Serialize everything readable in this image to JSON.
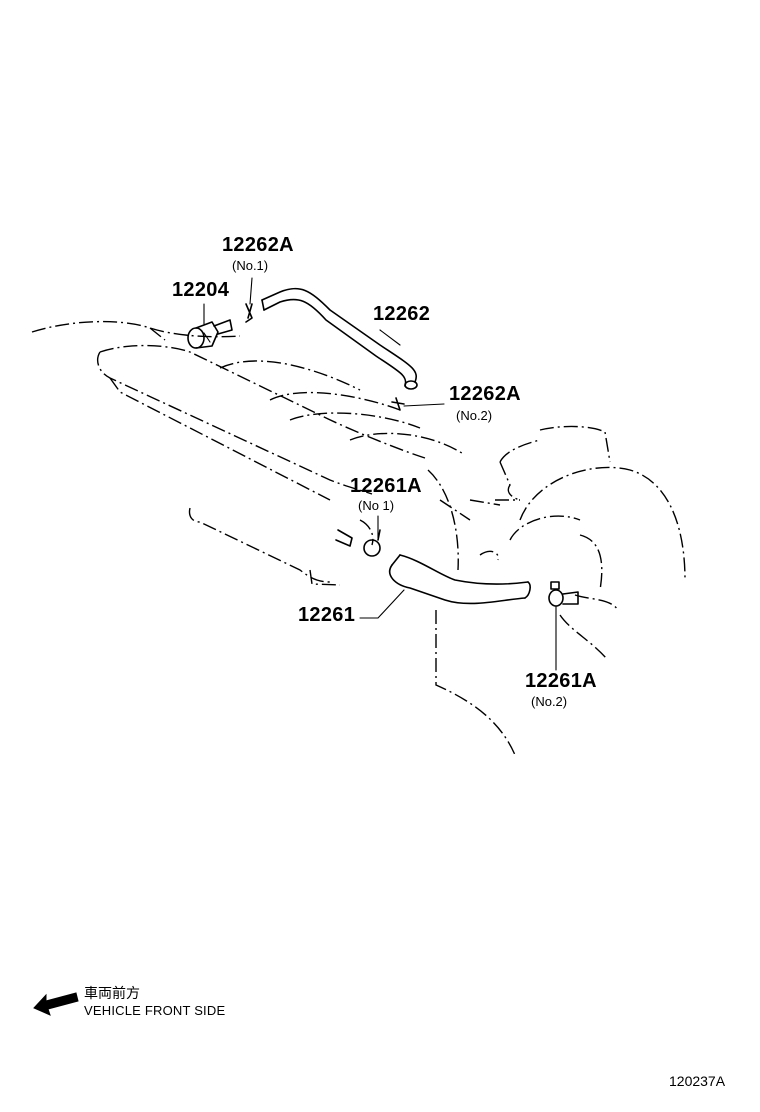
{
  "parts": [
    {
      "id": "12262A_no1",
      "number": "12262A",
      "sub": "(No.1)"
    },
    {
      "id": "12204",
      "number": "12204"
    },
    {
      "id": "12262",
      "number": "12262"
    },
    {
      "id": "12262A_no2",
      "number": "12262A",
      "sub": "(No.2)"
    },
    {
      "id": "12261A_no1",
      "number": "12261A",
      "sub": "(No 1)"
    },
    {
      "id": "12261",
      "number": "12261"
    },
    {
      "id": "12261A_no2",
      "number": "12261A",
      "sub": "(No.2)"
    }
  ],
  "legend": {
    "japanese": "車両前方",
    "english": "VEHICLE FRONT SIDE",
    "arrow_icon": "left-arrow-icon"
  },
  "reference_code": "120237A"
}
